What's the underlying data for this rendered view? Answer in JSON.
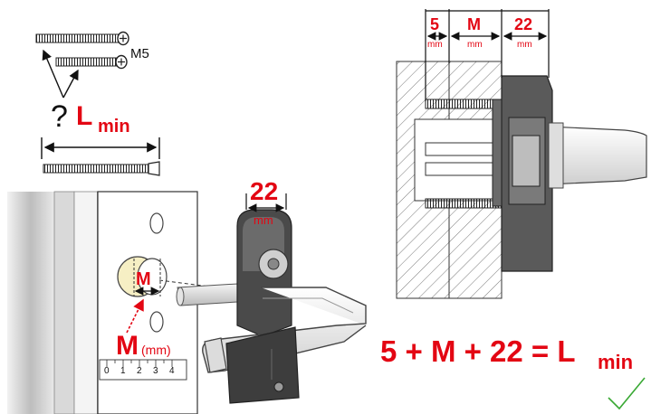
{
  "screws": {
    "size_label": "M5",
    "question_mark": "?",
    "length_label_main": "L",
    "length_label_sub": "min"
  },
  "rosette_dimension": {
    "value": "22",
    "unit": "mm"
  },
  "measurement": {
    "depth_label": "M",
    "depth_label_full_main": "M",
    "depth_label_full_unit": "(mm)",
    "ruler_ticks": [
      "0",
      "1",
      "2",
      "3",
      "4"
    ]
  },
  "section_dimensions": {
    "a_value": "5",
    "a_unit": "mm",
    "b_value": "M",
    "b_unit": "mm",
    "c_value": "22",
    "c_unit": "mm"
  },
  "formula": {
    "expression": "5 + M + 22 = L",
    "subscript": "min"
  },
  "colors": {
    "accent": "#e30613",
    "handle_dark": "#4a4a4a",
    "handle_light": "#e6e6e6",
    "check_green": "#3aa935"
  }
}
